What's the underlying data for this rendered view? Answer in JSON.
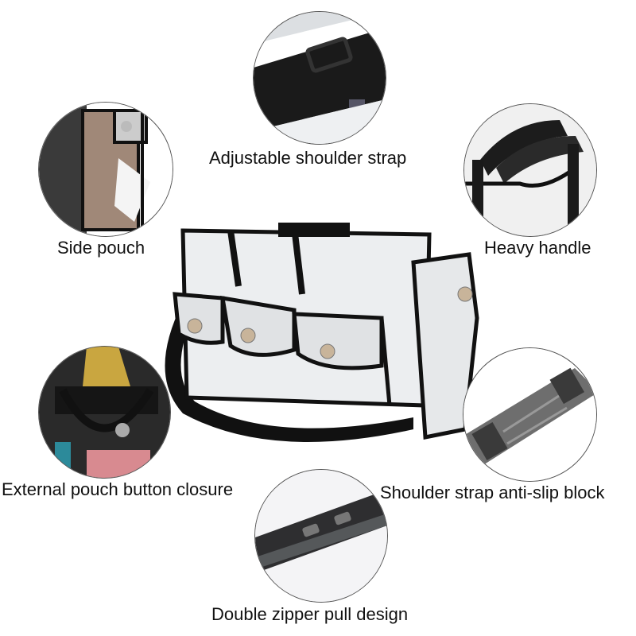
{
  "features": [
    {
      "id": "adjustable-shoulder-strap",
      "label": "Adjustable shoulder strap"
    },
    {
      "id": "side-pouch",
      "label": "Side pouch"
    },
    {
      "id": "heavy-handle",
      "label": "Heavy handle"
    },
    {
      "id": "external-pouch-button-closure",
      "label": "External pouch button closure"
    },
    {
      "id": "shoulder-strap-anti-slip-block",
      "label": "Shoulder strap anti-slip block"
    },
    {
      "id": "double-zipper-pull-design",
      "label": "Double zipper pull design"
    }
  ],
  "colors": {
    "trim": "#111111",
    "clear_vinyl": "#e8eaec",
    "button": "#c8b49a",
    "background": "#ffffff"
  }
}
